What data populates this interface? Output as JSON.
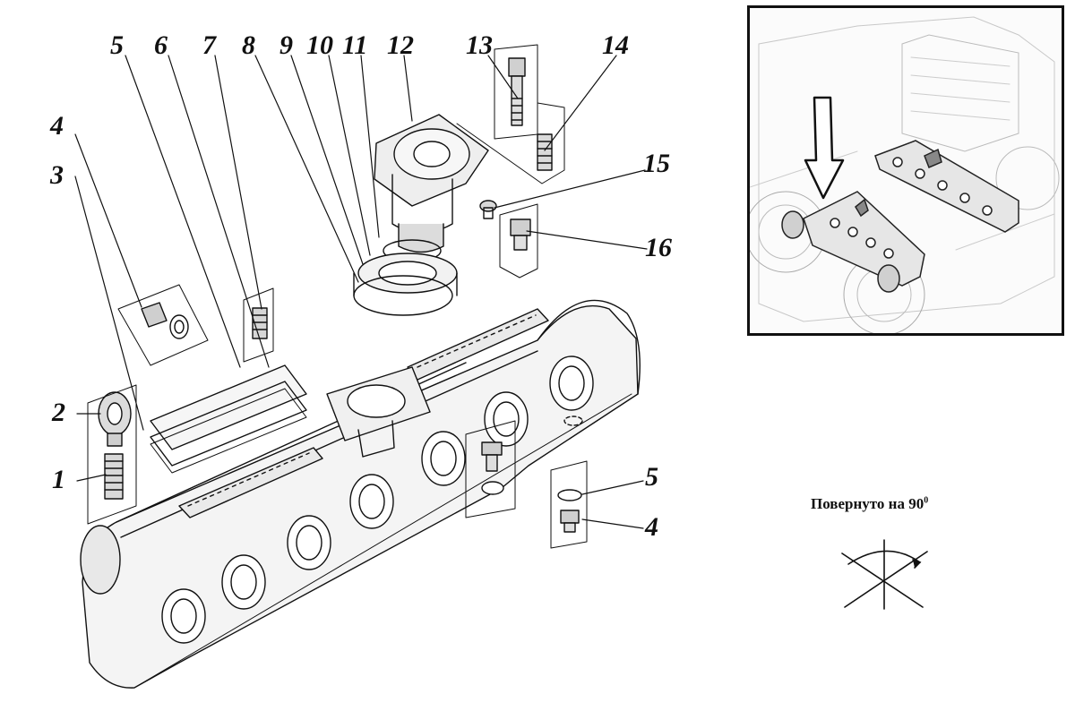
{
  "callouts": {
    "n1": "1",
    "n2": "2",
    "n3": "3",
    "n4a": "4",
    "n4b": "4",
    "n5a": "5",
    "n5b": "5",
    "n6": "6",
    "n7": "7",
    "n8": "8",
    "n9": "9",
    "n10": "10",
    "n11": "11",
    "n12": "12",
    "n13": "13",
    "n14": "14",
    "n15": "15",
    "n16": "16"
  },
  "rotation_note": {
    "text": "Повернуто на 90",
    "superscript": "0"
  },
  "colors": {
    "ink": "#111111",
    "paper": "#ffffff",
    "inset_background": "#fbfbfb"
  }
}
